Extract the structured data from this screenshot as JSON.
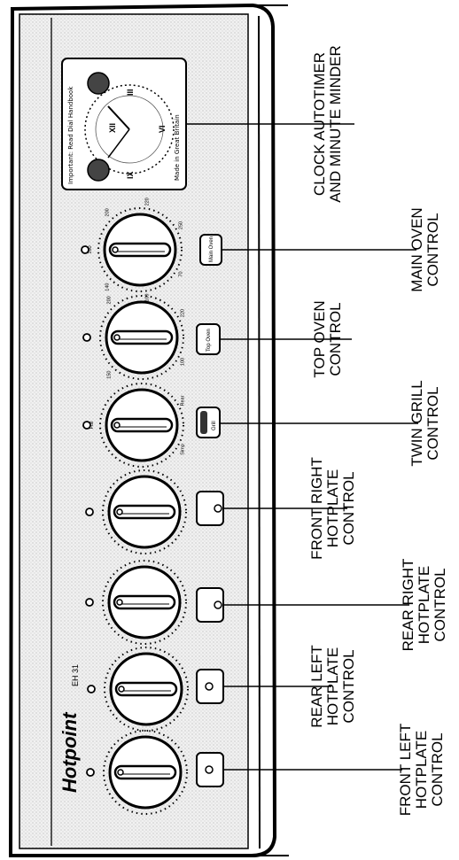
{
  "panel": {
    "brand": "Hotpoint",
    "model": "EH 31",
    "clock_face_text": "Important: Read Dial Handbook",
    "made_in": "Made in Great Britain",
    "main_oven_button": "Main Oven",
    "top_oven_button": "Top Oven",
    "grill_button": "Grill",
    "clock_numbers": [
      "XII",
      "III",
      "VI",
      "IX"
    ],
    "knob_marks": {
      "main_oven": [
        "70",
        "100",
        "140",
        "160",
        "200",
        "220",
        "250"
      ],
      "top_oven": [
        "100",
        "150",
        "200",
        "220"
      ],
      "grill": [
        "Simp",
        "Full",
        "Rear"
      ]
    }
  },
  "callouts": {
    "clock": [
      "CLOCK AUTOTIMER",
      "AND MINUTE MINDER"
    ],
    "main_oven": [
      "MAIN OVEN",
      "CONTROL"
    ],
    "top_oven": [
      "TOP OVEN",
      "CONTROL"
    ],
    "twin_grill": [
      "TWIN GRILL",
      "CONTROL"
    ],
    "front_right": [
      "FRONT RIGHT",
      "HOTPLATE",
      "CONTROL"
    ],
    "rear_right": [
      "REAR RIGHT",
      "HOTPLATE",
      "CONTROL"
    ],
    "rear_left": [
      "REAR LEFT",
      "HOTPLATE",
      "CONTROL"
    ],
    "front_left": [
      "FRONT LEFT",
      "HOTPLATE",
      "CONTROL"
    ]
  }
}
